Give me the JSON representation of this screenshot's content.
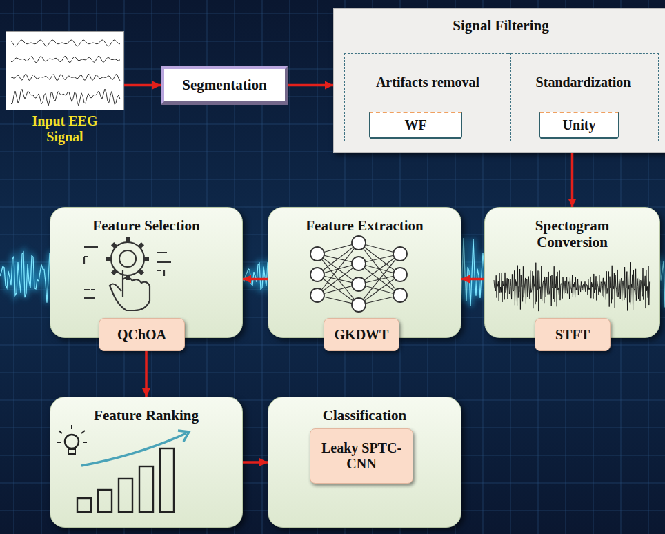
{
  "diagram": {
    "nodes": [
      {
        "text": [
          "Input EEG Signal"
        ]
      },
      {
        "text": [
          "Segmentation"
        ]
      },
      {
        "text": [
          "Signal Filtering"
        ]
      },
      {
        "text": [
          "Artifacts removal"
        ],
        "in": 2
      },
      {
        "text": [
          "WF"
        ],
        "in": 3
      },
      {
        "text": [
          "Standardization"
        ],
        "in": 2
      },
      {
        "text": [
          "Unity"
        ],
        "in": 5
      },
      {
        "text": [
          "Spectogram Conversion"
        ]
      },
      {
        "text": [
          "STFT"
        ],
        "in": 7
      },
      {
        "text": [
          "Feature Extraction"
        ]
      },
      {
        "text": [
          "GKDWT"
        ],
        "in": 9
      },
      {
        "text": [
          "Feature Selection"
        ]
      },
      {
        "text": [
          "QChOA"
        ],
        "in": 11
      },
      {
        "text": [
          "Feature Ranking"
        ]
      },
      {
        "text": [
          "Classification"
        ]
      },
      {
        "text": [
          "Leaky SPTC-CNN"
        ],
        "in": 14
      }
    ],
    "edges": [
      {
        "from": 0,
        "to": 1,
        "arrow": "to"
      },
      {
        "from": 1,
        "to": 2,
        "arrow": "to"
      },
      {
        "from": 2,
        "to": 7,
        "arrow": "to"
      },
      {
        "from": 7,
        "to": 9,
        "arrow": "to"
      },
      {
        "from": 9,
        "to": 11,
        "arrow": "to"
      },
      {
        "from": 11,
        "to": 13,
        "arrow": "to"
      },
      {
        "from": 13,
        "to": 14,
        "arrow": "to"
      }
    ]
  }
}
